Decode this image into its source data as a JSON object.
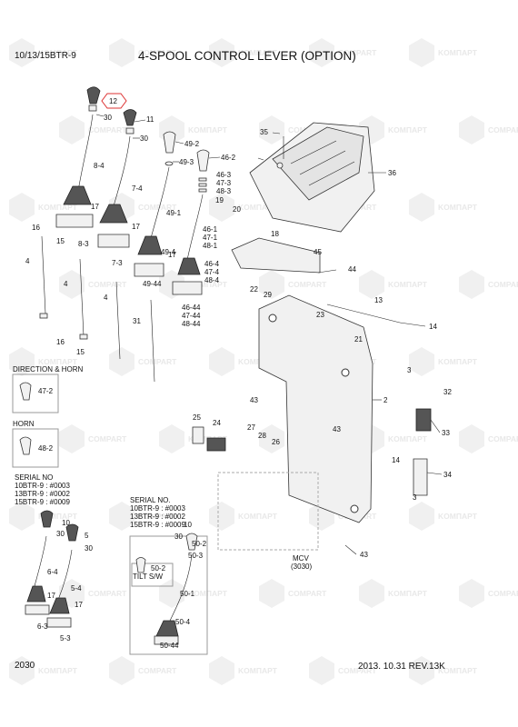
{
  "header": {
    "model": "10/13/15BTR-9",
    "title": "4-SPOOL CONTROL LEVER (OPTION)"
  },
  "footer": {
    "page_number": "2030",
    "date_revision": "2013. 10.31   REV.13K"
  },
  "watermarks": [
    "KOMПAPT",
    "COMPART"
  ],
  "sections": {
    "direction_horn": "DIRECTION & HORN",
    "horn": "HORN",
    "serial_left": [
      "SERIAL NO",
      "10BTR-9 : #0003",
      "13BTR-9 : #0002",
      "15BTR-9 : #0009"
    ],
    "serial_right": [
      "SERIAL NO.",
      "10BTR-9 : #0003",
      "13BTR-9 : #0002",
      "15BTR-9 : #0009"
    ],
    "tilt_sw": "TILT S/W",
    "mcv": [
      "MCV",
      "(3030)"
    ]
  },
  "callouts": {
    "c12": "12",
    "c30a": "30",
    "c11": "11",
    "c30b": "30",
    "c35": "35",
    "c36": "36",
    "c49_2": "49-2",
    "c49_3": "49-3",
    "c46_2": "46-2",
    "c46_3": "46-3",
    "c47_3": "47-3",
    "c48_3": "48-3",
    "c8_4": "8-4",
    "c7_4": "7-4",
    "c49_1": "49-1",
    "c19": "19",
    "c20": "20",
    "c17a": "17",
    "c17b": "17",
    "c17c": "17",
    "c16a": "16",
    "c15": "15",
    "c8_3": "8-3",
    "c18": "18",
    "c46_1": "46-1",
    "c47_1": "47-1",
    "c48_1": "48-1",
    "c49_4": "49-4",
    "c45": "45",
    "c7_3": "7-3",
    "c46_4": "46-4",
    "c47_4": "47-4",
    "c48_4": "48-4",
    "c44": "44",
    "c4a": "4",
    "c4b": "4",
    "c4c": "4",
    "c49_44": "49-44",
    "c22": "22",
    "c29": "29",
    "c13": "13",
    "c46_44": "46-44",
    "c47_44": "47-44",
    "c48_44": "48-44",
    "c23": "23",
    "c31": "31",
    "c16b": "16",
    "c15b": "15",
    "c21": "21",
    "c14a": "14",
    "c3a": "3",
    "c43a": "43",
    "c2": "2",
    "c32": "32",
    "c47_2": "47-2",
    "c25": "25",
    "c24": "24",
    "c27": "27",
    "c28": "28",
    "c26": "26",
    "c33": "33",
    "c43b": "43",
    "c48_2": "48-2",
    "c14b": "14",
    "c34": "34",
    "c3b": "3",
    "c10a": "10",
    "c30c": "30",
    "c5": "5",
    "c30d": "30",
    "c6_4": "6-4",
    "c5_4": "5-4",
    "c17d": "17",
    "c17e": "17",
    "c6_3": "6-3",
    "c5_3": "5-3",
    "c10b": "10",
    "c30e": "30",
    "c50_2": "50-2",
    "c50_3": "50-3",
    "c50_2b": "50-2",
    "c50_1": "50-1",
    "c50_4": "50-4",
    "c50_44": "50-44",
    "c43c": "43"
  }
}
